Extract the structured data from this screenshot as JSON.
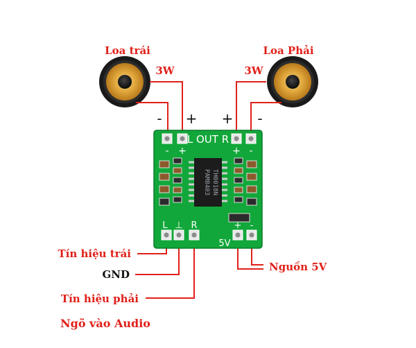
{
  "speakers": {
    "left_label": "Loa trái",
    "right_label": "Loa Phải",
    "left_power": "3W",
    "right_power": "3W"
  },
  "polarity": {
    "left_minus": "-",
    "left_plus": "+",
    "right_plus": "+",
    "right_minus": "-"
  },
  "board": {
    "out_label": "L OUT R",
    "in_left": "L",
    "in_ground": "⊥",
    "in_right": "R",
    "supply": "5V",
    "pad_plus": "+",
    "pad_minus": "-",
    "chip_line1": "PAM8403",
    "chip_line2": "TH0018N"
  },
  "inputs": {
    "signal_left": "Tín hiệu trái",
    "ground": "GND",
    "signal_right": "Tín hiệu phải",
    "power": "Nguồn 5V",
    "audio_input": "Ngõ vào Audio"
  },
  "colors": {
    "wire": "#e0201a",
    "label_red": "#e0201a",
    "pcb_green": "#12a73a"
  }
}
